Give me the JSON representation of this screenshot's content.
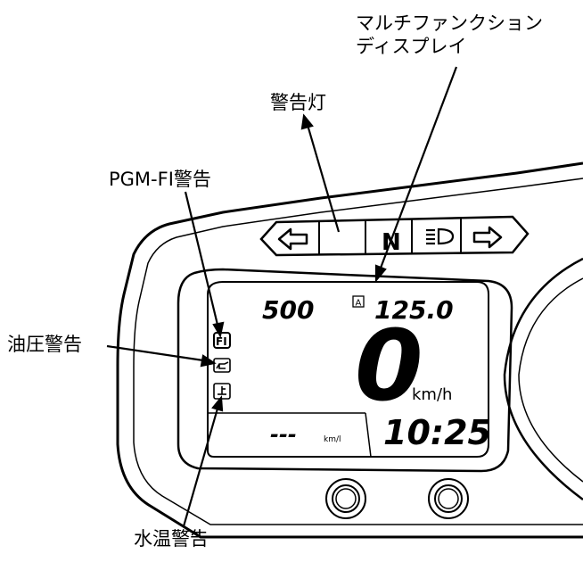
{
  "labels": {
    "multi_display_line1": "マルチファンクション",
    "multi_display_line2": "ディスプレイ",
    "warning_lights": "警告灯",
    "pgm_fi_warning": "PGM-FI警告",
    "oil_pressure_warning": "油圧警告",
    "coolant_temp_warning": "水温警告"
  },
  "indicators": {
    "neutral": "N",
    "left_turn_icon": "arrow-left-icon",
    "right_turn_icon": "arrow-right-icon",
    "high_beam_icon": "high-beam-icon"
  },
  "lcd": {
    "odometer": "500",
    "trip_mode": "A",
    "trip": "125.0",
    "speed": "0",
    "speed_unit": "km/h",
    "fuel_economy": "---",
    "fuel_economy_unit": "km/l",
    "clock": "10:25",
    "fi_icon_text": "FI"
  },
  "colors": {
    "line": "#000000",
    "background": "#ffffff"
  }
}
